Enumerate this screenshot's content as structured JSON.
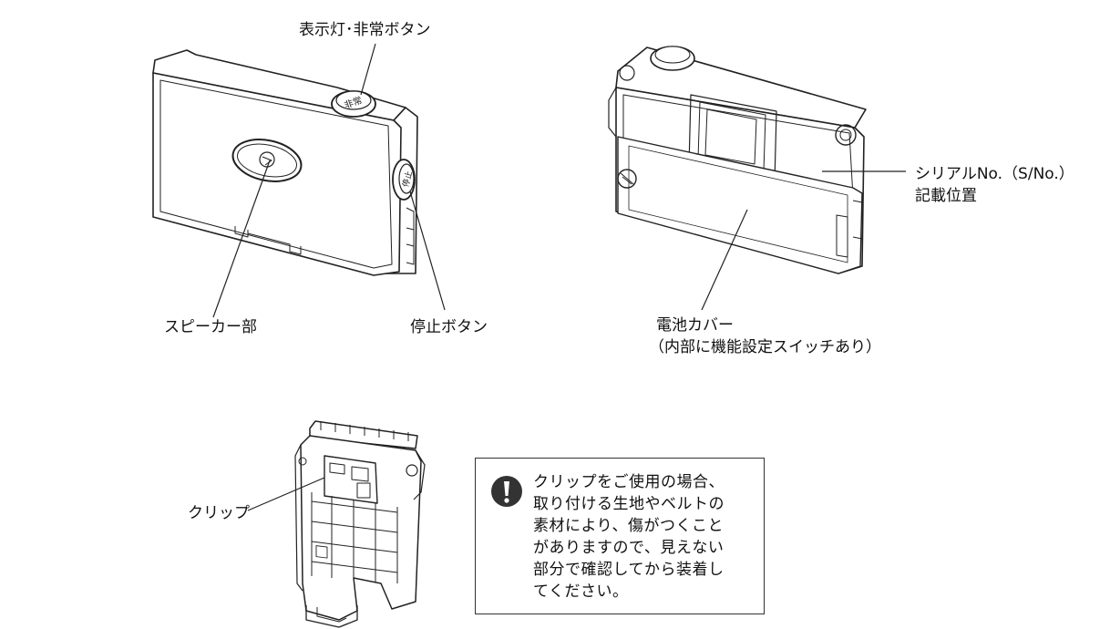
{
  "labels": {
    "indicator_emergency": "表示灯･非常ボタン",
    "speaker": "スピーカー部",
    "stop_button": "停止ボタン",
    "serial_line1": "シリアルNo.（S/No.）",
    "serial_line2": "記載位置",
    "battery_line1": "電池カバー",
    "battery_line2": "（内部に機能設定スイッチあり）",
    "clip": "クリップ"
  },
  "device_marks": {
    "emergency_mark": "非常",
    "stop_mark": "停止"
  },
  "caution": {
    "icon": "exclamation-circle-icon",
    "lines": [
      "クリップをご使用の場合、",
      "取り付ける生地やベルトの",
      "素材により、傷がつくこと",
      "がありますので、見えない",
      "部分で確認してから装着し",
      "てください。"
    ]
  },
  "colors": {
    "line": "#222222",
    "icon_fill": "#333333"
  }
}
